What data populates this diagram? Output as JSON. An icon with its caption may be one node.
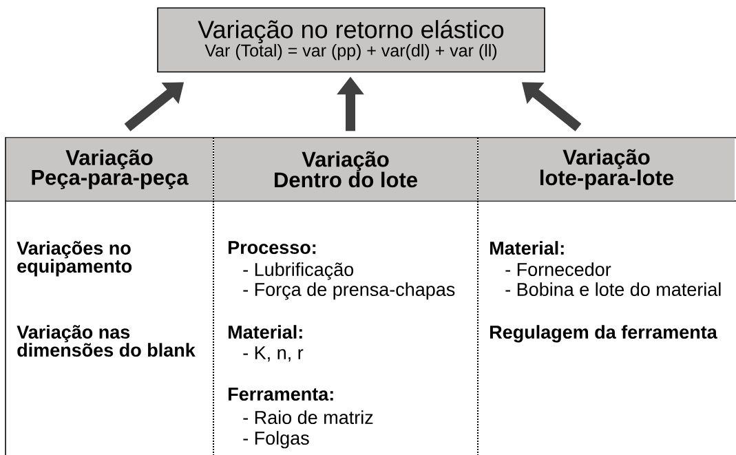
{
  "diagram": {
    "nodes": [
      {
        "text": [
          "Variação no retorno elástico",
          "Var (Total) = var (pp) + var(dl) + var (ll)"
        ]
      },
      {
        "text": [
          "Variação Peça-para-peça"
        ]
      },
      {
        "text": [
          "Variação Dentro do lote"
        ]
      },
      {
        "text": [
          "Variação lote-para-lote"
        ]
      }
    ],
    "edges": [
      {
        "from": 1,
        "to": 0,
        "arrow": "to"
      },
      {
        "from": 2,
        "to": 0,
        "arrow": "to"
      },
      {
        "from": 3,
        "to": 0,
        "arrow": "to"
      }
    ],
    "labels": [
      "Variações no equipamento",
      "Variação nas dimensões do blank",
      "Processo:",
      "- Lubrificação",
      "- Força de prensa-chapas",
      "Material:",
      "- K, n, r",
      "Ferramenta:",
      "- Raio de matriz",
      "- Folgas",
      "Material:",
      "- Fornecedor",
      "- Bobina e lote do material",
      "Regulagem da ferramenta"
    ]
  }
}
